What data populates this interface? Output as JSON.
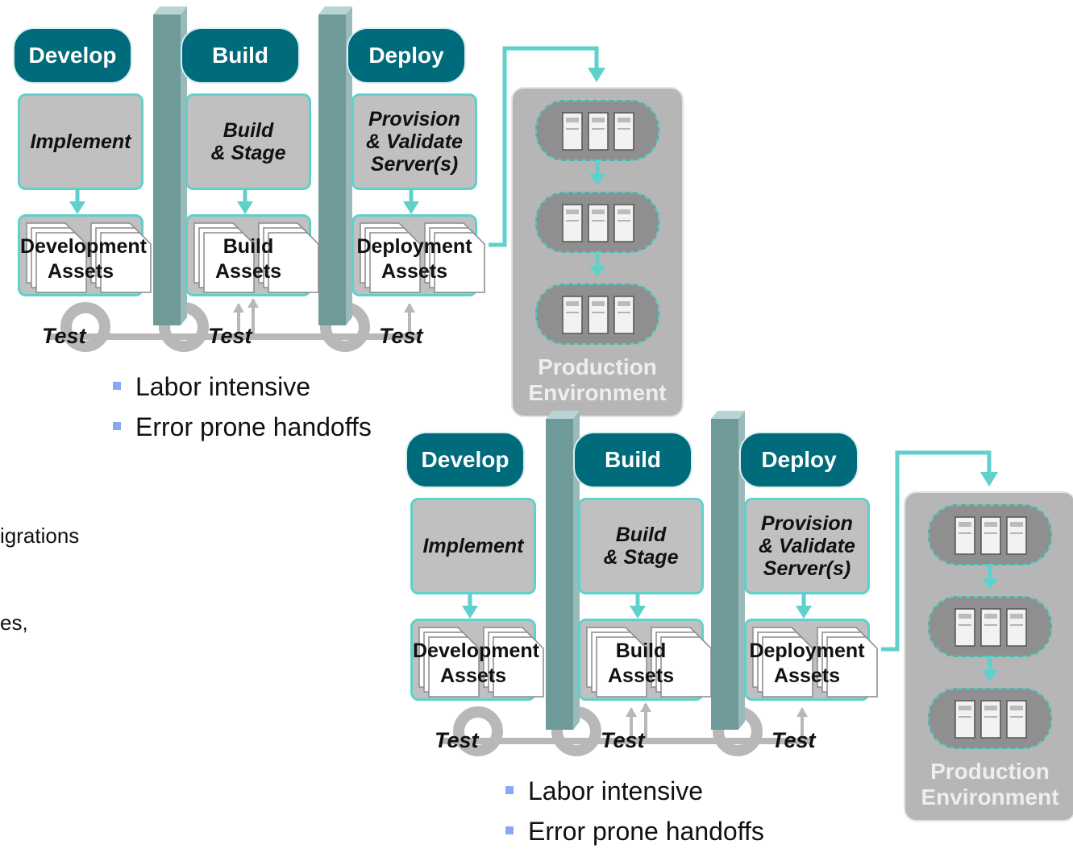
{
  "colors": {
    "header_fill": "#006b7a",
    "box_fill": "#c0c0c0",
    "accent_teal": "#5fd0cc",
    "bullet_square": "#8aa8f0",
    "test_loop_gray": "#b8b8b8",
    "pillar": "#6f9a9a"
  },
  "side_fragments": [
    "igrations",
    "es,"
  ],
  "diagrams": [
    {
      "stages": [
        {
          "header": "Develop",
          "task": "Implement",
          "assets": "Development\nAssets"
        },
        {
          "header": "Build",
          "task": "Build\n& Stage",
          "assets": "Build\nAssets"
        },
        {
          "header": "Deploy",
          "task": "Provision\n& Validate\nServer(s)",
          "assets": "Deployment\nAssets"
        }
      ],
      "test_labels": [
        "Test",
        "Test",
        "Test"
      ],
      "production_label": "Production\nEnvironment",
      "server_icon": "server-tower-icon",
      "bullets": [
        "Labor intensive",
        "Error prone handoffs"
      ]
    },
    {
      "stages": [
        {
          "header": "Develop",
          "task": "Implement",
          "assets": "Development\nAssets"
        },
        {
          "header": "Build",
          "task": "Build\n& Stage",
          "assets": "Build\nAssets"
        },
        {
          "header": "Deploy",
          "task": "Provision\n& Validate\nServer(s)",
          "assets": "Deployment\nAssets"
        }
      ],
      "test_labels": [
        "Test",
        "Test",
        "Test"
      ],
      "production_label": "Production\nEnvironment",
      "server_icon": "server-tower-icon",
      "bullets": [
        "Labor intensive",
        "Error prone handoffs"
      ]
    }
  ]
}
